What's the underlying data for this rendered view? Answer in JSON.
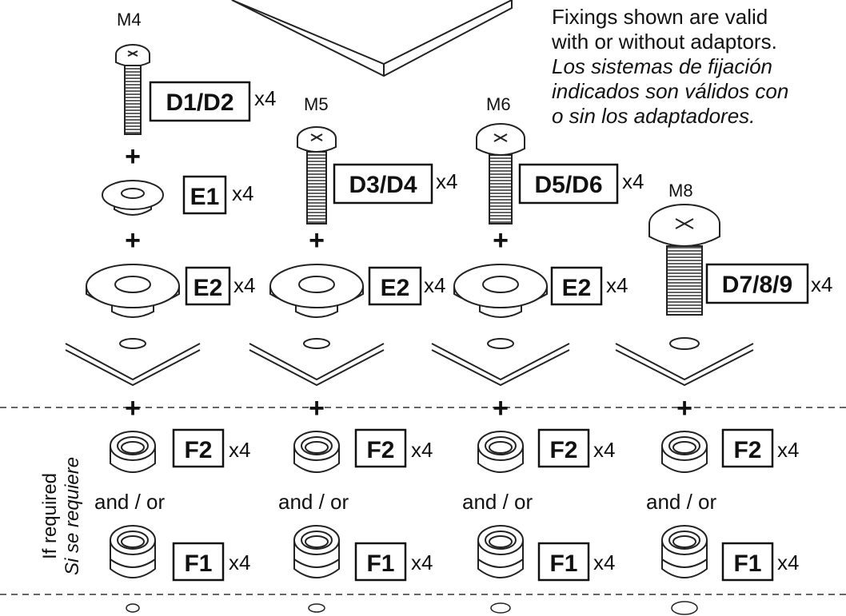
{
  "note": {
    "en_line1": "Fixings shown are valid",
    "en_line2": "with or without adaptors.",
    "es_line1": "Los sistemas de fijación",
    "es_line2": "indicados son válidos con",
    "es_line3": "o sin los adaptadores."
  },
  "side_label": {
    "en": "If required",
    "es": "Si se requiere"
  },
  "columns": [
    {
      "size": "M4",
      "bolt": "D1/D2",
      "bolt_qty": "x4",
      "washer_small": "E1",
      "washer_small_qty": "x4",
      "washer": "E2",
      "washer_qty": "x4",
      "spacer_a": "F2",
      "spacer_a_qty": "x4",
      "conj": "and / or",
      "spacer_b": "F1",
      "spacer_b_qty": "x4"
    },
    {
      "size": "M5",
      "bolt": "D3/D4",
      "bolt_qty": "x4",
      "washer": "E2",
      "washer_qty": "x4",
      "spacer_a": "F2",
      "spacer_a_qty": "x4",
      "conj": "and / or",
      "spacer_b": "F1",
      "spacer_b_qty": "x4"
    },
    {
      "size": "M6",
      "bolt": "D5/D6",
      "bolt_qty": "x4",
      "washer": "E2",
      "washer_qty": "x4",
      "spacer_a": "F2",
      "spacer_a_qty": "x4",
      "conj": "and / or",
      "spacer_b": "F1",
      "spacer_b_qty": "x4"
    },
    {
      "size": "M8",
      "bolt": "D7/8/9",
      "bolt_qty": "x4",
      "spacer_a": "F2",
      "spacer_a_qty": "x4",
      "conj": "and / or",
      "spacer_b": "F1",
      "spacer_b_qty": "x4"
    }
  ]
}
